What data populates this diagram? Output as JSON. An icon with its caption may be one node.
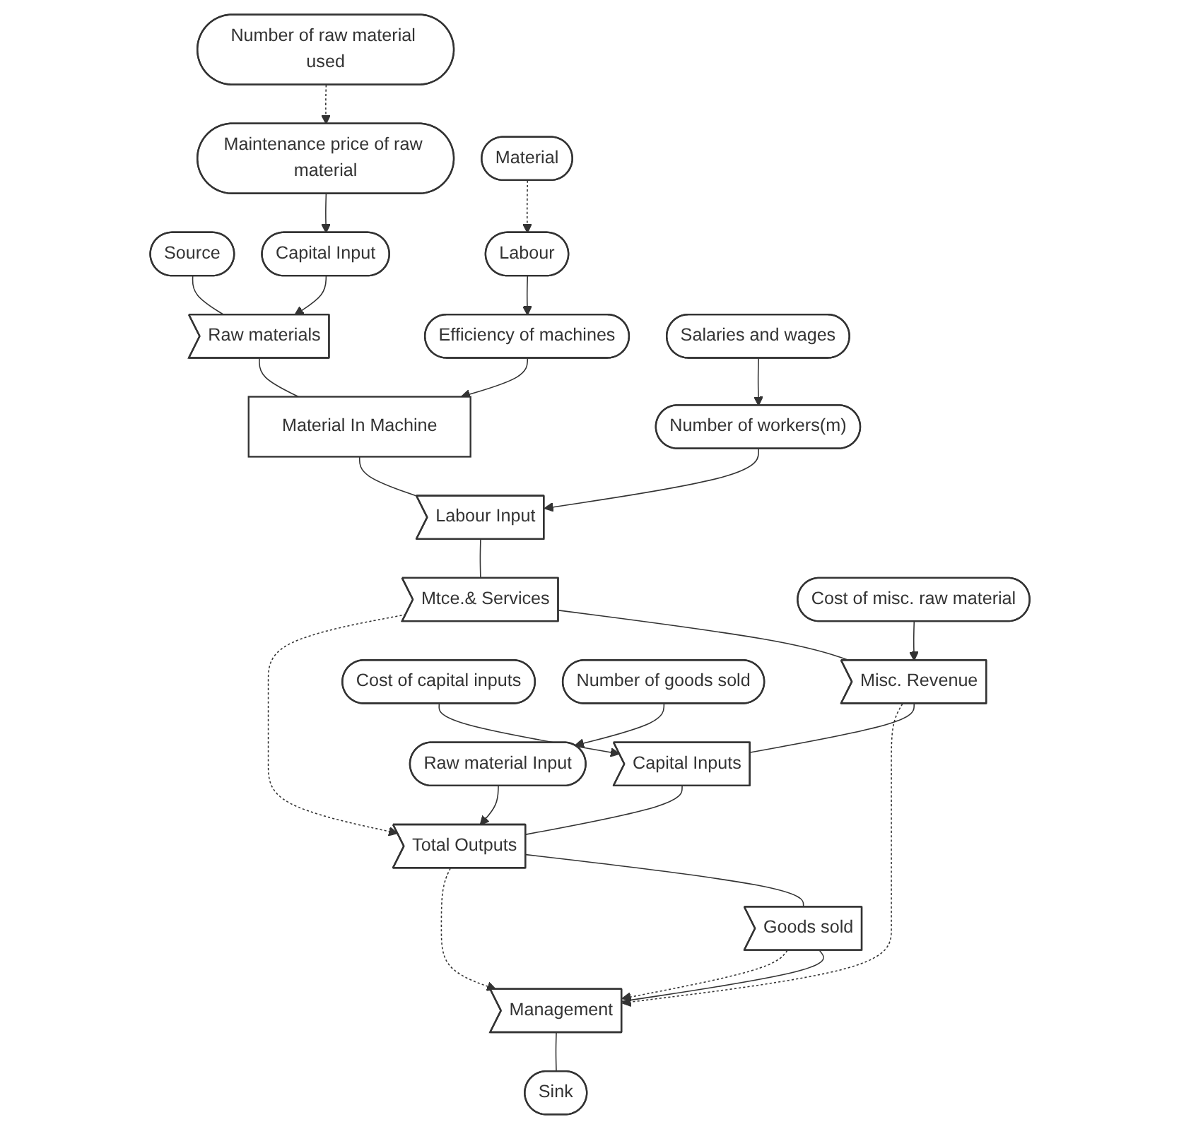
{
  "diagram": {
    "nodes": [
      {
        "text": [
          "Source"
        ]
      },
      {
        "text": [
          "Raw materials"
        ]
      },
      {
        "text": [
          "Capital Input"
        ]
      },
      {
        "text": [
          "Maintenance price of raw material"
        ]
      },
      {
        "text": [
          "Number of raw material used"
        ]
      },
      {
        "text": [
          "Material In Machine"
        ]
      },
      {
        "text": [
          "Efficiency of machines"
        ]
      },
      {
        "text": [
          "Labour"
        ]
      },
      {
        "text": [
          "Material"
        ]
      },
      {
        "text": [
          "Labour Input"
        ]
      },
      {
        "text": [
          "Number of workers(m)"
        ]
      },
      {
        "text": [
          "Salaries and wages"
        ]
      },
      {
        "text": [
          "Mtce.& Services"
        ]
      },
      {
        "text": [
          "Misc. Revenue"
        ]
      },
      {
        "text": [
          "Cost of misc. raw material"
        ]
      },
      {
        "text": [
          "Capital Inputs"
        ]
      },
      {
        "text": [
          "Cost of capital inputs"
        ]
      },
      {
        "text": [
          "Total Outputs"
        ]
      },
      {
        "text": [
          "Raw material Input"
        ]
      },
      {
        "text": [
          "Number of goods sold"
        ]
      },
      {
        "text": [
          "Goods sold"
        ]
      },
      {
        "text": [
          "Management"
        ]
      },
      {
        "text": [
          "Sink"
        ]
      }
    ],
    "edges": [
      {
        "from": 0,
        "to": 1,
        "arrow": "none"
      },
      {
        "from": 1,
        "to": 5,
        "arrow": "none"
      },
      {
        "from": 5,
        "to": 9,
        "arrow": "none"
      },
      {
        "from": 9,
        "to": 12,
        "arrow": "none"
      },
      {
        "from": 12,
        "to": 13,
        "arrow": "none"
      },
      {
        "from": 13,
        "to": 15,
        "arrow": "none"
      },
      {
        "from": 15,
        "to": 17,
        "arrow": "none"
      },
      {
        "from": 17,
        "to": 20,
        "arrow": "none"
      },
      {
        "from": 20,
        "to": 21,
        "arrow": "none"
      },
      {
        "from": 21,
        "to": 22,
        "arrow": "none"
      },
      {
        "from": 2,
        "to": 1,
        "arrow": "to"
      },
      {
        "from": 3,
        "to": 2,
        "arrow": "to"
      },
      {
        "from": 4,
        "to": 3,
        "arrow": "to",
        "style": "dashed"
      },
      {
        "from": 6,
        "to": 5,
        "arrow": "to"
      },
      {
        "from": 7,
        "to": 6,
        "arrow": "to"
      },
      {
        "from": 8,
        "to": 7,
        "arrow": "to",
        "style": "dashed"
      },
      {
        "from": 10,
        "to": 9,
        "arrow": "to"
      },
      {
        "from": 11,
        "to": 10,
        "arrow": "to"
      },
      {
        "from": 14,
        "to": 13,
        "arrow": "to"
      },
      {
        "from": 16,
        "to": 15,
        "arrow": "to"
      },
      {
        "from": 18,
        "to": 17,
        "arrow": "to"
      },
      {
        "from": 19,
        "to": 18,
        "arrow": "to"
      },
      {
        "from": 12,
        "to": 17,
        "arrow": "to",
        "style": "dashed"
      },
      {
        "from": 13,
        "to": 21,
        "arrow": "to",
        "style": "dashed"
      },
      {
        "from": 17,
        "to": 21,
        "arrow": "to",
        "style": "dashed"
      },
      {
        "from": 20,
        "to": 21,
        "arrow": "to",
        "style": "dashed"
      }
    ]
  }
}
